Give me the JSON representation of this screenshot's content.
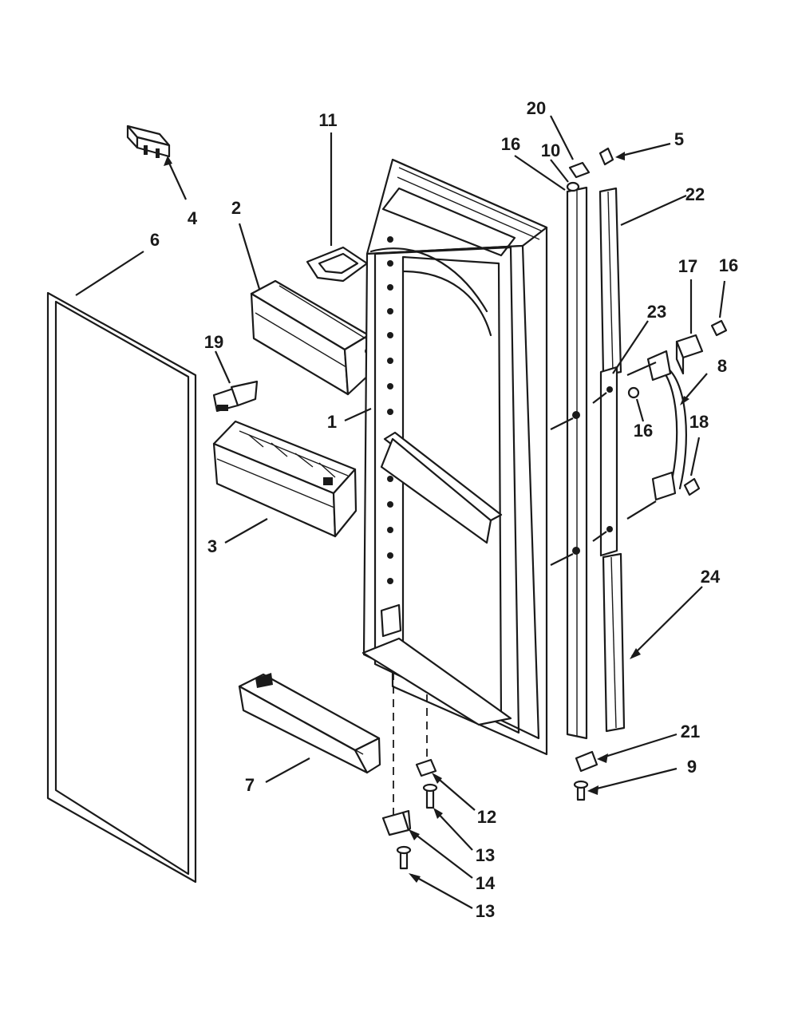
{
  "diagram": {
    "callouts": {
      "c1": "1",
      "c2": "2",
      "c3": "3",
      "c4": "4",
      "c5": "5",
      "c6": "6",
      "c7": "7",
      "c8": "8",
      "c9": "9",
      "c10": "10",
      "c11": "11",
      "c12": "12",
      "c13a": "13",
      "c13b": "13",
      "c14": "14",
      "c16a": "16",
      "c16b": "16",
      "c16c": "16",
      "c18": "18",
      "c17": "17",
      "c19": "19",
      "c20": "20",
      "c21": "21",
      "c22": "22",
      "c23": "23",
      "c24": "24"
    }
  }
}
